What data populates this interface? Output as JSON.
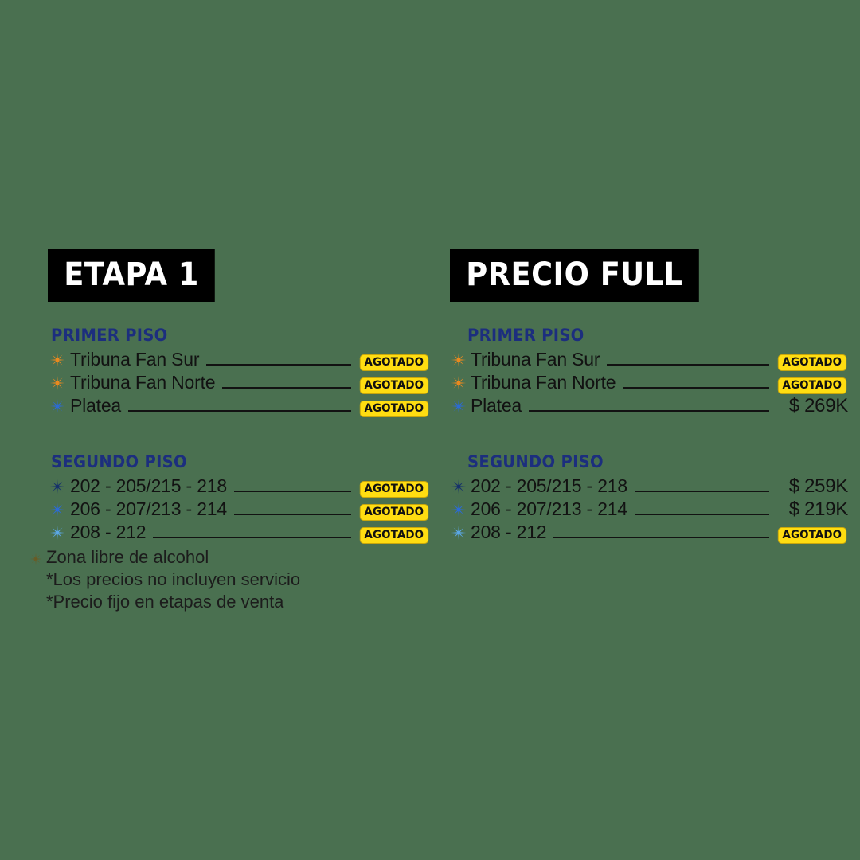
{
  "background_color": "#4A7050",
  "colors": {
    "title_chip_bg": "#000000",
    "title_chip_text": "#FFFFFF",
    "floor_label": "#1C2E7E",
    "badge_bg": "#FFDD11",
    "badge_text": "#111111",
    "body_text": "#121212",
    "star_orange": "#EE8A1E",
    "star_navy": "#15306B",
    "star_blue": "#2B6BD8",
    "star_light_blue": "#5BA8E8",
    "note_bullet": "#6B5A23"
  },
  "columns": [
    {
      "id": "etapa-1",
      "title": "ETAPA 1",
      "floors": [
        {
          "label": "PRIMER PISO",
          "rows": [
            {
              "name": "Tribuna Fan Sur",
              "value": "AGOTADO",
              "value_type": "badge",
              "icon": "star-icon",
              "icon_color": "star_orange"
            },
            {
              "name": "Tribuna Fan Norte",
              "value": "AGOTADO",
              "value_type": "badge",
              "icon": "star-icon",
              "icon_color": "star_orange"
            },
            {
              "name": "Platea",
              "value": "AGOTADO",
              "value_type": "badge",
              "icon": "star-icon",
              "icon_color": "star_blue"
            }
          ]
        },
        {
          "label": "SEGUNDO PISO",
          "rows": [
            {
              "name": "202 - 205/215 - 218",
              "value": "AGOTADO",
              "value_type": "badge",
              "icon": "star-icon",
              "icon_color": "star_navy"
            },
            {
              "name": "206 - 207/213 - 214",
              "value": "AGOTADO",
              "value_type": "badge",
              "icon": "star-icon",
              "icon_color": "star_blue"
            },
            {
              "name": "208 - 212",
              "value": "AGOTADO",
              "value_type": "badge",
              "icon": "star-icon",
              "icon_color": "star_light_blue"
            }
          ]
        }
      ]
    },
    {
      "id": "precio-full",
      "title": "PRECIO FULL",
      "floors": [
        {
          "label": "PRIMER PISO",
          "rows": [
            {
              "name": "Tribuna Fan Sur",
              "value": "AGOTADO",
              "value_type": "badge",
              "icon": "star-icon",
              "icon_color": "star_orange"
            },
            {
              "name": "Tribuna Fan Norte",
              "value": "AGOTADO",
              "value_type": "badge",
              "icon": "star-icon",
              "icon_color": "star_orange"
            },
            {
              "name": "Platea",
              "value": "$ 269K",
              "value_type": "price",
              "icon": "star-icon",
              "icon_color": "star_blue"
            }
          ]
        },
        {
          "label": "SEGUNDO PISO",
          "rows": [
            {
              "name": "202 - 205/215 - 218",
              "value": "$ 259K",
              "value_type": "price",
              "icon": "star-icon",
              "icon_color": "star_navy"
            },
            {
              "name": "206 - 207/213 - 214",
              "value": "$ 219K",
              "value_type": "price",
              "icon": "star-icon",
              "icon_color": "star_blue"
            },
            {
              "name": "208 - 212",
              "value": "AGOTADO",
              "value_type": "badge",
              "icon": "star-icon",
              "icon_color": "star_light_blue"
            }
          ]
        }
      ]
    }
  ],
  "notes": [
    {
      "text": "Zona libre de alcohol",
      "bullet": true
    },
    {
      "text": "*Los precios no incluyen servicio",
      "bullet": false
    },
    {
      "text": "*Precio fijo en etapas de venta",
      "bullet": false
    }
  ]
}
